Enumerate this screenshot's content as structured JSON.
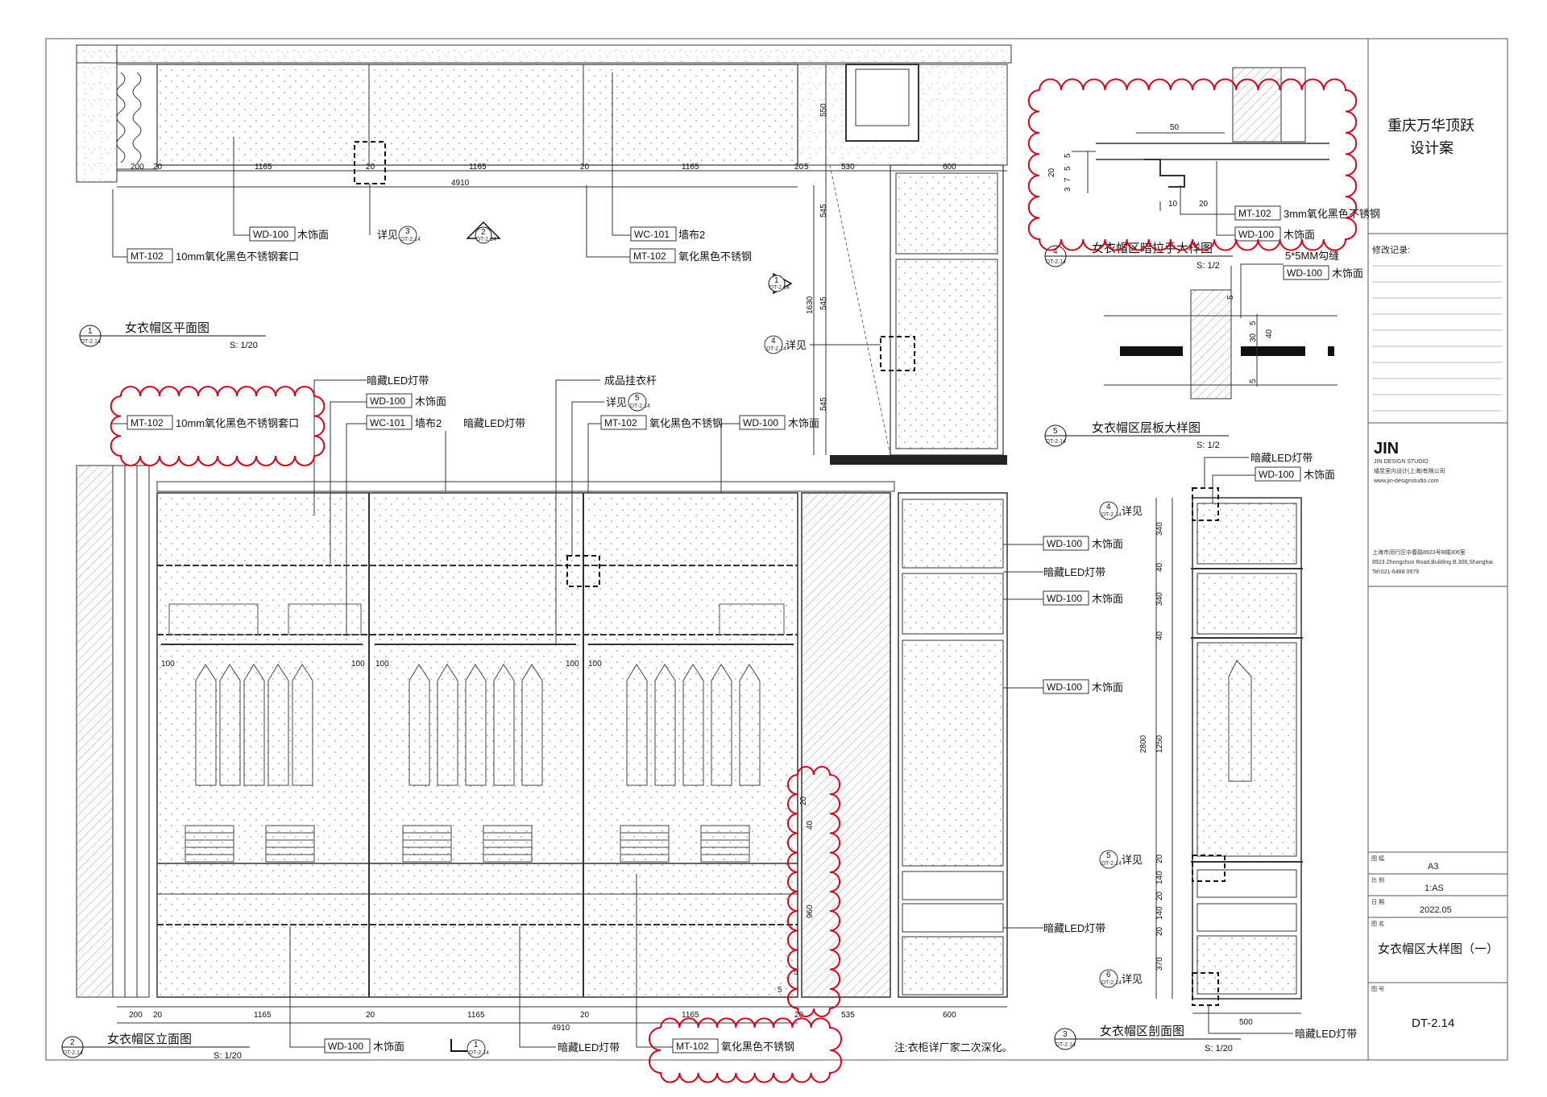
{
  "title_block": {
    "project_line1": "重庆万华顶跃",
    "project_line2": "设计案",
    "revision_label": "修改记录:",
    "studio_logo": "JIN",
    "studio_name": "JIN DESIGN STUDIO",
    "studio_name_cn": "缙昱室内设计(上海)有限公司",
    "studio_url": "www.jin-designstudio.com",
    "address_cn": "上海市闵行区中春路8923号B幢306室",
    "address_en": "8923 Zhongchun Road,Building B,306,Shanghai",
    "tel": "Tel:021-6488 0979",
    "field_size_label": "图 幅",
    "field_size_value": "A3",
    "field_scale_label": "比 例",
    "field_scale_value": "1:AS",
    "field_date_label": "日 期",
    "field_date_value": "2022.05",
    "field_name_label": "图 名",
    "drawing_name": "女衣帽区大样图（一）",
    "field_no_label": "图 号",
    "drawing_no": "DT-2.14"
  },
  "views": {
    "plan": {
      "num": "1",
      "ref": "DT-2.14",
      "title": "女衣帽区平面图",
      "scale": "S: 1/20"
    },
    "elevation": {
      "num": "2",
      "ref": "DT-2.14",
      "title": "女衣帽区立面图",
      "scale": "S: 1/20"
    },
    "section": {
      "num": "3",
      "ref": "DT-2.14",
      "title": "女衣帽区剖面图",
      "scale": "S: 1/20"
    },
    "pull_detail": {
      "num": "4",
      "ref": "DT-2.14",
      "title": "女衣帽区暗拉手大样图",
      "scale": "S: 1/2"
    },
    "shelf_detail": {
      "num": "5",
      "ref": "DT-2.14",
      "title": "女衣帽区层板大样图",
      "scale": "S: 1/2"
    }
  },
  "callouts": {
    "wd100": "WD-100",
    "wd100_text": "木饰面",
    "wc101": "WC-101",
    "wc101_text": "墙布2",
    "mt102": "MT-102",
    "mt102_plan_text": "10mm氧化黑色不锈钢套口",
    "mt102_text": "氧化黑色不锈钢",
    "mt102_detail_text": "3mm氧化黑色不锈钢",
    "led": "暗藏LED灯带",
    "rod": "成品挂衣杆",
    "see": "详见",
    "groove": "5*5MM勾缝",
    "note": "注:衣柜详厂家二次深化。",
    "ref3": "3",
    "ref4": "4",
    "ref5": "5",
    "ref6": "6",
    "ref1": "1",
    "ref2": "2",
    "sheet_ref": "DT-2.14"
  },
  "dimensions": {
    "plan_bottom": [
      "200",
      "20",
      "1165",
      "20",
      "1165",
      "20",
      "1165",
      "20",
      "5",
      "530",
      "600"
    ],
    "plan_total": "4910",
    "plan_right": [
      "550",
      "545",
      "1630",
      "545",
      "545"
    ],
    "elev_bottom": [
      "200",
      "20",
      "1165",
      "20",
      "1165",
      "20",
      "1165",
      "20",
      "535",
      "600"
    ],
    "elev_total": "4910",
    "elev_small": [
      "100",
      "100",
      "100",
      "100",
      "100"
    ],
    "elev_right": [
      "20",
      "40",
      "960",
      "5",
      "5"
    ],
    "section_left": [
      "340",
      "40",
      "340",
      "40",
      "2800",
      "1250",
      "20",
      "140",
      "20",
      "140",
      "20",
      "370"
    ],
    "section_bottom": "500",
    "pull_dims": [
      "50",
      "20",
      "5",
      "5",
      "7",
      "3",
      "10",
      "20"
    ],
    "shelf_dims": [
      "5",
      "5",
      "40",
      "30",
      "5"
    ]
  },
  "colors": {
    "annotation_cloud": "#e0001a",
    "line": "#111111",
    "hatch": "#777777"
  }
}
